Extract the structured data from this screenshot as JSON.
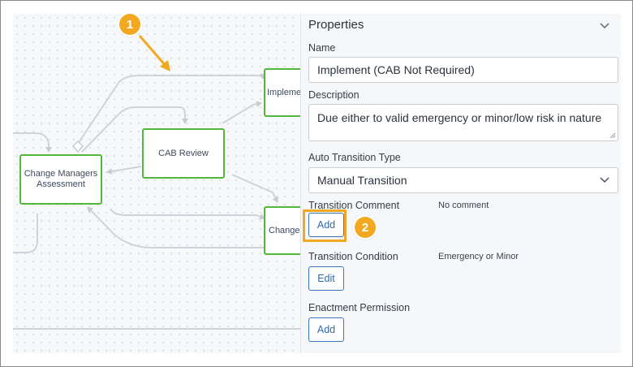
{
  "canvas": {
    "nodes": {
      "change_managers_assessment": "Change Managers Assessment",
      "cab_review": "CAB Review",
      "implement_partial": "Impleme",
      "change_partial": "Change"
    }
  },
  "panel": {
    "title": "Properties",
    "name_label": "Name",
    "name_value": "Implement (CAB Not Required)",
    "description_label": "Description",
    "description_value": "Due either to valid emergency or minor/low risk in nature",
    "auto_transition_label": "Auto Transition Type",
    "auto_transition_value": "Manual Transition",
    "transition_comment_label": "Transition Comment",
    "transition_comment_value": "No comment",
    "transition_comment_button": "Add",
    "transition_condition_label": "Transition Condition",
    "transition_condition_value": "Emergency or Minor",
    "transition_condition_button": "Edit",
    "enactment_permission_label": "Enactment Permission",
    "enactment_permission_button": "Add"
  },
  "callouts": {
    "first": "1",
    "second": "2"
  },
  "colors": {
    "accent": "#f2a921",
    "node_border": "#52b83c",
    "button": "#3a76b8"
  }
}
